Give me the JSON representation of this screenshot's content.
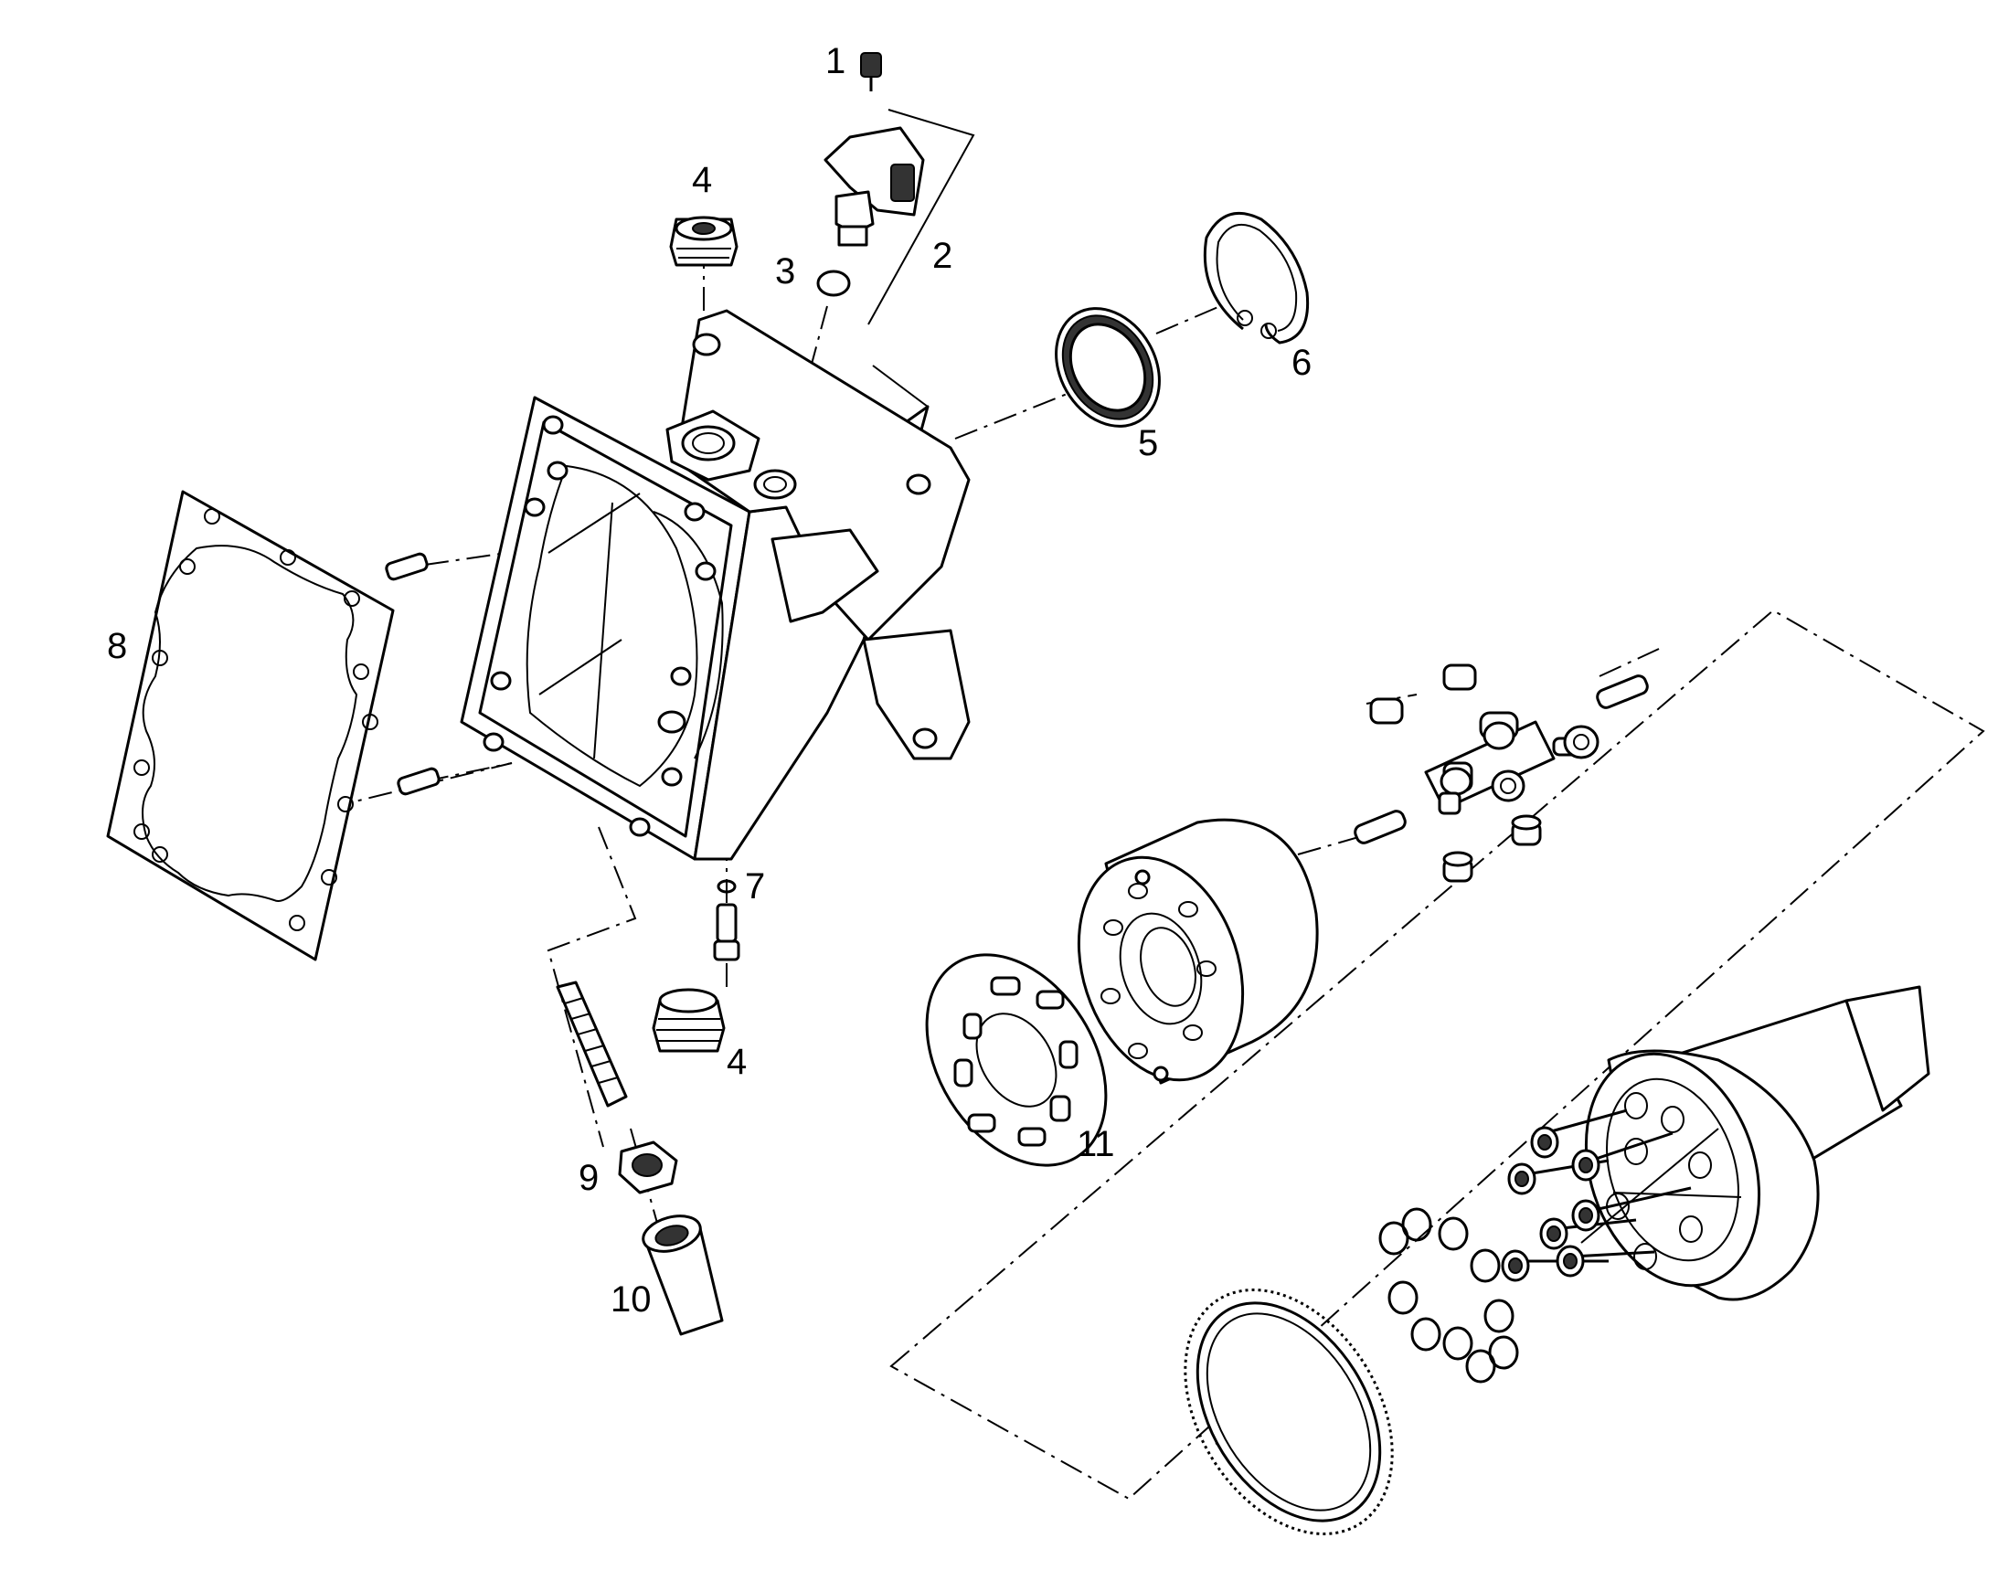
{
  "diagram": {
    "type": "exploded-parts-view",
    "line_color": "#000000",
    "background_color": "#ffffff",
    "callouts": [
      {
        "id": "c1",
        "text": "1"
      },
      {
        "id": "c2",
        "text": "2"
      },
      {
        "id": "c3",
        "text": "3"
      },
      {
        "id": "c4a",
        "text": "4"
      },
      {
        "id": "c4b",
        "text": "4"
      },
      {
        "id": "c5",
        "text": "5"
      },
      {
        "id": "c6",
        "text": "6"
      },
      {
        "id": "c7",
        "text": "7"
      },
      {
        "id": "c8",
        "text": "8"
      },
      {
        "id": "c9",
        "text": "9"
      },
      {
        "id": "c10",
        "text": "10"
      },
      {
        "id": "c11",
        "text": "11"
      }
    ]
  }
}
